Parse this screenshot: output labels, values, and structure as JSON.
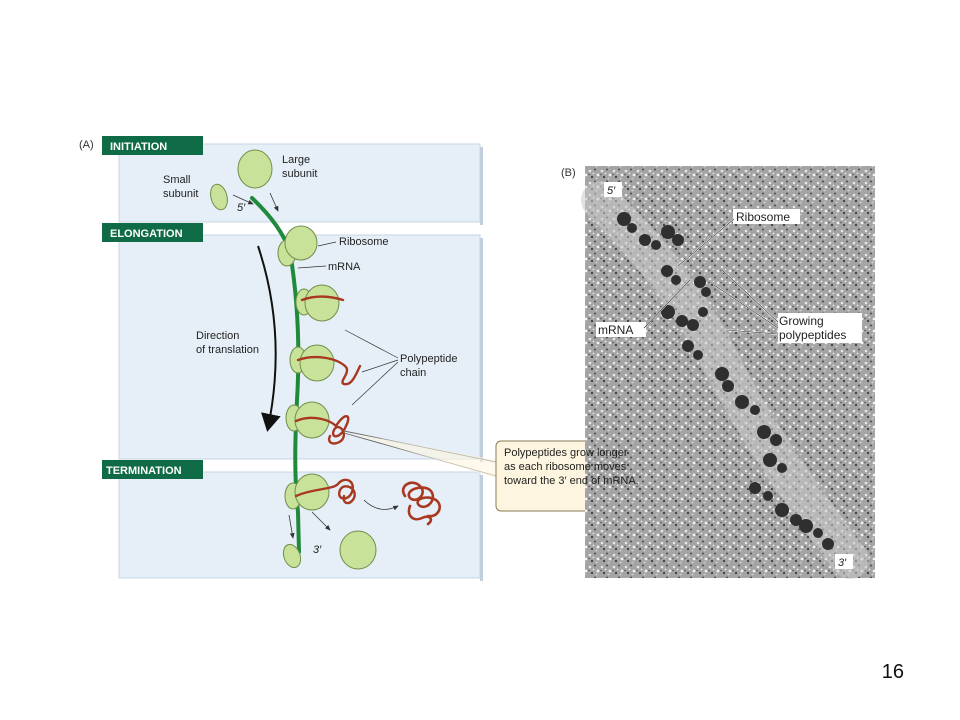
{
  "panel_a": {
    "label": "(A)",
    "sections": {
      "initiation": "INITIATION",
      "elongation": "ELONGATION",
      "termination": "TERMINATION"
    },
    "labels": {
      "small_subunit": [
        "Small",
        "subunit"
      ],
      "large_subunit": [
        "Large",
        "subunit"
      ],
      "five_prime": "5′",
      "three_prime": "3′",
      "ribosome": "Ribosome",
      "mrna": "mRNA",
      "direction": [
        "Direction",
        "of translation"
      ],
      "polypeptide": [
        "Polypeptide",
        "chain"
      ]
    },
    "callout": "Polypeptides grow longer as each ribosome moves toward the 3′ end of mRNA."
  },
  "panel_b": {
    "label": "(B)",
    "labels": {
      "five_prime": "5′",
      "three_prime": "3′",
      "ribosome": "Ribosome",
      "mrna": "mRNA",
      "growing": [
        "Growing",
        "polypeptides"
      ]
    }
  },
  "slide_number": "16",
  "colors": {
    "panel_bg": "#e6eff8",
    "header_green": "#0f6b45",
    "ribosome_fill": "#c9e29a",
    "ribosome_stroke": "#6f8f4a",
    "mrna_green": "#1f8a3c",
    "polypeptide": "#a8381f",
    "callout_bg": "#fdf5df",
    "micrograph_bg": "#9a9a9a"
  }
}
